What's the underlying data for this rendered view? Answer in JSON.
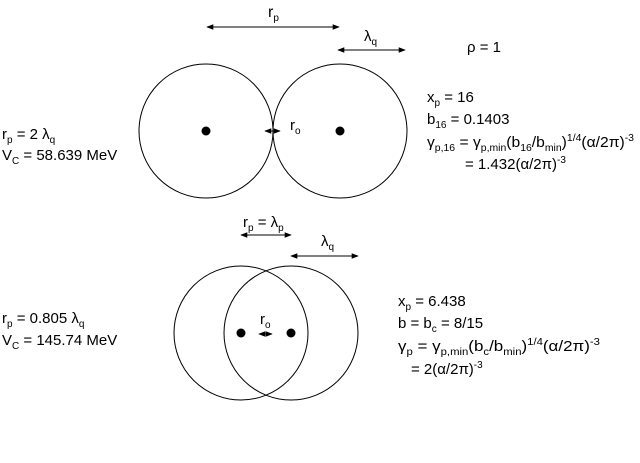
{
  "top": {
    "rp_label": {
      "main": "r",
      "sub": "p"
    },
    "lambda_label": {
      "main": "λ",
      "sub": "q"
    },
    "rho": "ρ = 1",
    "ro_label": {
      "main": "r",
      "sub": "o"
    },
    "left_line1": {
      "a": "r",
      "a_sub": "p",
      "b": " = 2 λ",
      "b_sub": "q"
    },
    "left_line2": {
      "a": "V",
      "a_sub": "C",
      "b": " = 58.639 MeV"
    },
    "right_line1": {
      "a": "x",
      "a_sub": "p",
      "b": " = 16"
    },
    "right_line2": {
      "a": "b",
      "a_sub": "16",
      "b": " = 0.1403"
    },
    "right_line3": {
      "a": "γ",
      "a_sub": "p,16",
      "b": " = γ",
      "b_sub": "p,min",
      "c": "(b",
      "c_sub": "16",
      "d": "/b",
      "d_sub": "min",
      "e": ")",
      "e_sup": "1/4",
      "f": "(α/2π)",
      "f_sup": "-3"
    },
    "right_line4": {
      "a": "= 1.432(α/2π)",
      "a_sup": "-3"
    }
  },
  "bottom": {
    "rp_eq_label": {
      "a": "r",
      "a_sub": "p",
      "b": " = λ",
      "b_sub": "p"
    },
    "lambda_label": {
      "main": "λ",
      "sub": "q"
    },
    "ro_label": {
      "main": "r",
      "sub": "o"
    },
    "left_line1": {
      "a": "r",
      "a_sub": "p",
      "b": " = 0.805 λ",
      "b_sub": "q"
    },
    "left_line2": {
      "a": "V",
      "a_sub": "C",
      "b": " = 145.74 MeV"
    },
    "right_line1": {
      "a": "x",
      "a_sub": "p",
      "b": " = 6.438"
    },
    "right_line2": {
      "a": "b = b",
      "a_sub": "c",
      "b": " = 8/15"
    },
    "right_line3": {
      "a": "γ",
      "a_sub": "p",
      "b": " = γ",
      "b_sub": "p,min",
      "c": "(b",
      "c_sub": "c",
      "d": "/b",
      "d_sub": "min",
      "e": ")",
      "e_sup": "1/4",
      "f": "(α/2π)",
      "f_sup": "-3"
    },
    "right_line4": {
      "a": "= 2(α/2π)",
      "a_sup": "-3"
    }
  }
}
